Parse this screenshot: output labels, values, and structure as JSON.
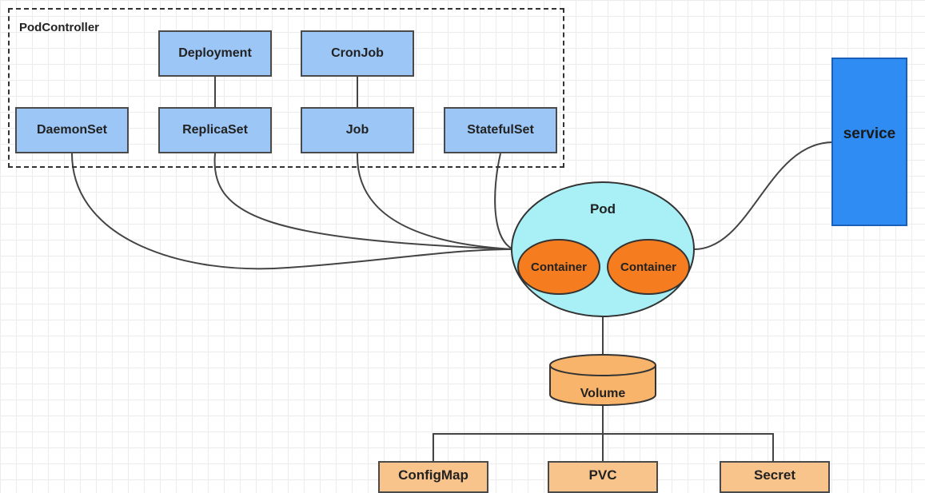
{
  "pod_controller": {
    "label": "PodController",
    "controllers": [
      "Deployment",
      "CronJob",
      "DaemonSet",
      "ReplicaSet",
      "Job",
      "StatefulSet"
    ]
  },
  "service": {
    "label": "service"
  },
  "pod": {
    "label": "Pod",
    "containers": [
      "Container",
      "Container"
    ]
  },
  "volume": {
    "label": "Volume"
  },
  "resources": [
    "ConfigMap",
    "PVC",
    "Secret"
  ],
  "colors": {
    "controller_fill": "#9cc6f5",
    "service_fill": "#2f8cf3",
    "pod_fill": "#a8f0f5",
    "container_fill": "#f57c1f",
    "volume_fill": "#f9b46b",
    "resource_fill": "#f9c48b"
  }
}
